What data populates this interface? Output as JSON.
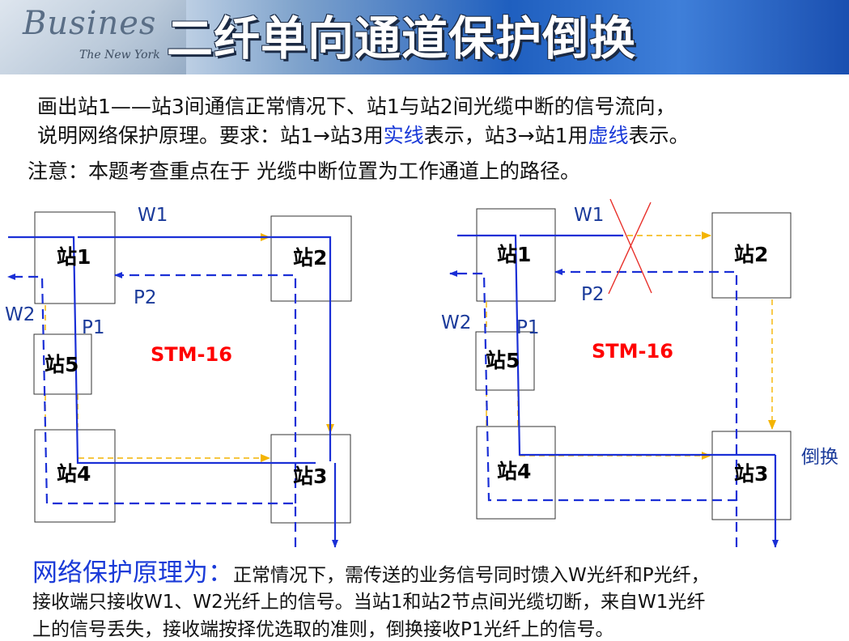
{
  "header": {
    "logo_text": "Busines",
    "logo_sub": "The New York",
    "title": "二纤单向通道保护倒换"
  },
  "intro": {
    "line1": "画出站1——站3间通信正常情况下、站1与站2间光缆中断的信号流向，",
    "line2_a": "说明网络保护原理。要求：站1→站3用",
    "line2_solid": "实线",
    "line2_b": "表示，站3→站1用",
    "line2_dashed": "虚线",
    "line2_c": "表示。",
    "note": "注意：本题考查重点在于  光缆中断位置为工作通道上的路径。"
  },
  "diagram_left": {
    "stations": [
      "站1",
      "站2",
      "站3",
      "站4",
      "站5"
    ],
    "labels": {
      "w1": "W1",
      "w2": "W2",
      "p1": "P1",
      "p2": "P2"
    },
    "center_label": "STM-16"
  },
  "diagram_right": {
    "stations": [
      "站1",
      "站2",
      "站3",
      "站4",
      "站5"
    ],
    "labels": {
      "w1": "W1",
      "w2": "W2",
      "p1": "P1",
      "p2": "P2"
    },
    "center_label": "STM-16",
    "switch_label": "倒换"
  },
  "principle": {
    "heading": "网络保护原理为：",
    "line1": "正常情况下，需传送的业务信号同时馈入W光纤和P光纤，",
    "line2": "接收端只接收W1、W2光纤上的信号。当站1和站2节点间光缆切断，来自W1光纤",
    "line3": "上的信号丢失，接收端按择优选取的准则，倒换接收P1光纤上的信号。"
  },
  "colors": {
    "working": "#1a2fd6",
    "protection": "#f4b400",
    "stm_label": "#ff0000",
    "cut_mark": "#e8302a"
  }
}
